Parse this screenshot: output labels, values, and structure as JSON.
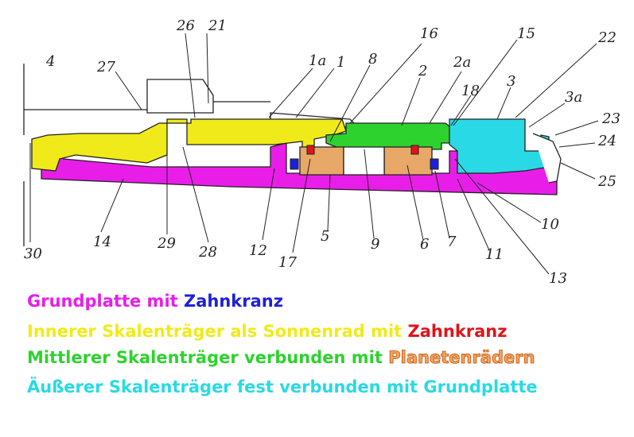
{
  "diagram": {
    "part_numbers": [
      "4",
      "27",
      "26",
      "21",
      "1a",
      "1",
      "8",
      "16",
      "2",
      "2a",
      "15",
      "18",
      "3",
      "22",
      "3a",
      "23",
      "24",
      "25",
      "10",
      "13",
      "11",
      "7",
      "6",
      "9",
      "5",
      "17",
      "12",
      "28",
      "29",
      "14",
      "30"
    ]
  },
  "legend": [
    {
      "text": "Grundplatte mit",
      "color": "#e81ee8",
      "highlight": "Zahnkranz",
      "highlight_color": "#1f1fd9"
    },
    {
      "text": "Innerer Skalenträger als Sonnenrad mit",
      "color": "#f0ea1a",
      "highlight": "Zahnkranz",
      "highlight_color": "#e0141a"
    },
    {
      "text": "Mittlerer Skalenträger verbunden mit",
      "color": "#2ed22e",
      "highlight": "Planetenrädern",
      "highlight_color": "#f2a45a"
    },
    {
      "text": "Äußerer Skalenträger fest verbunden mit Grundplatte",
      "color": "#29d9e6",
      "highlight": "",
      "highlight_color": "#29d9e6"
    }
  ],
  "colors": {
    "base_plate": "#e81ee8",
    "inner_carrier": "#f0ea1a",
    "middle_carrier": "#2ed22e",
    "outer_carrier": "#29d9e6",
    "planet_gears": "#e8a868",
    "gear_ring_red": "#e0141a",
    "gear_ring_blue": "#1f1fd9"
  }
}
